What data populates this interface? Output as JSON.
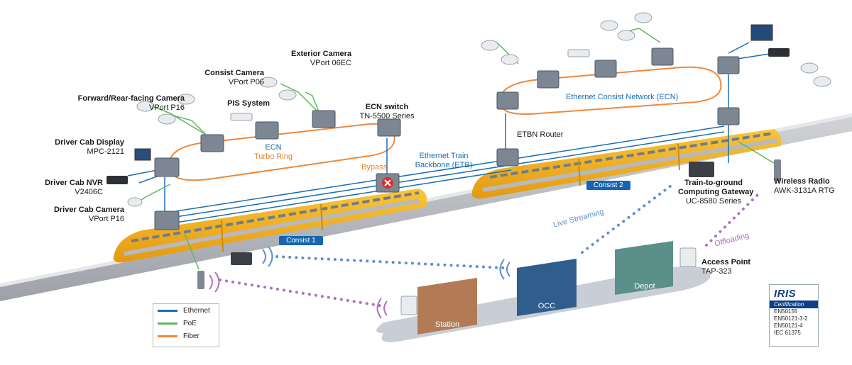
{
  "labels": {
    "forward_camera": {
      "title": "Forward/Rear-facing Camera",
      "model": "VPort P16"
    },
    "consist_camera": {
      "title": "Consist Camera",
      "model": "VPort P06"
    },
    "exterior_camera": {
      "title": "Exterior Camera",
      "model": "VPort 06EC"
    },
    "pis_system": {
      "title": "PIS System"
    },
    "driver_cab_display": {
      "title": "Driver Cab Display",
      "model": "MPC-2121"
    },
    "driver_cab_nvr": {
      "title": "Driver Cab NVR",
      "model": "V2406C"
    },
    "driver_cab_camera": {
      "title": "Driver Cab Camera",
      "model": "VPort P16"
    },
    "ecn_switch": {
      "title": "ECN switch",
      "model": "TN-5500 Series"
    },
    "ecn_ring": {
      "line1": "ECN",
      "line2": "Turbo Ring"
    },
    "bypass": "Bypass",
    "etb": {
      "line1": "Ethernet Train",
      "line2": "Backbone (ETB)"
    },
    "etbn_router": "ETBN Router",
    "ecn_network": "Ethernet Consist Network (ECN)",
    "consist1": "Consist 1",
    "consist2": "Consist 2",
    "gateway": {
      "title1": "Train-to-ground",
      "title2": "Computing Gateway",
      "model": "UC-8580 Series"
    },
    "wireless_radio": {
      "title": "Wireless Radio",
      "model": "AWK-3131A RTG"
    },
    "live_streaming": "Live Streaming",
    "offloading": "Offloading",
    "access_point": {
      "title": "Access Point",
      "model": "TAP-323"
    },
    "station": "Station",
    "occ": "OCC",
    "depot": "Depot"
  },
  "legend": {
    "items": [
      {
        "label": "Ethernet",
        "color": "#1b6db5"
      },
      {
        "label": "PoE",
        "color": "#5cb85c"
      },
      {
        "label": "Fiber",
        "color": "#f0883a"
      }
    ]
  },
  "certification": {
    "brand": "IRIS",
    "subtitle": "Certification",
    "standards": [
      "EN50155",
      "EN50121-3-2",
      "EN50121-4",
      "IEC 61375"
    ]
  },
  "colors": {
    "ethernet": "#1b6db5",
    "poe": "#5cb85c",
    "fiber": "#f0883a",
    "train_body": "#f5b41e",
    "wireless_dots_blue": "#5b8fd1",
    "wireless_dots_purple": "#b070c0",
    "ground_platform": "#c9ced6",
    "station_box": "#b27b55",
    "occ_box": "#2f5d8c",
    "depot_box": "#5b8f8a"
  }
}
